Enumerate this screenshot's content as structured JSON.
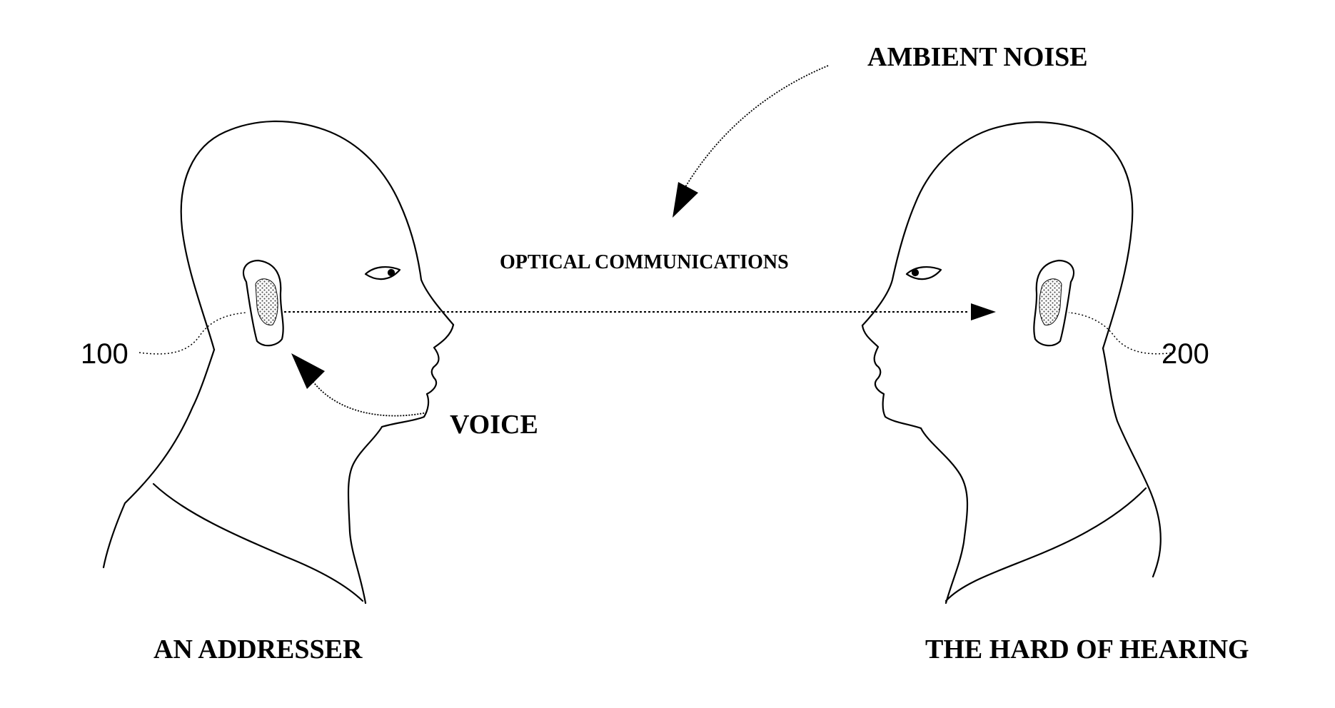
{
  "labels": {
    "ambient_noise": "AMBIENT NOISE",
    "optical_communications": "OPTICAL COMMUNICATIONS",
    "voice": "VOICE",
    "addresser": "AN ADDRESSER",
    "hard_of_hearing": "THE HARD OF HEARING"
  },
  "references": {
    "left_device": "100",
    "right_device": "200"
  }
}
